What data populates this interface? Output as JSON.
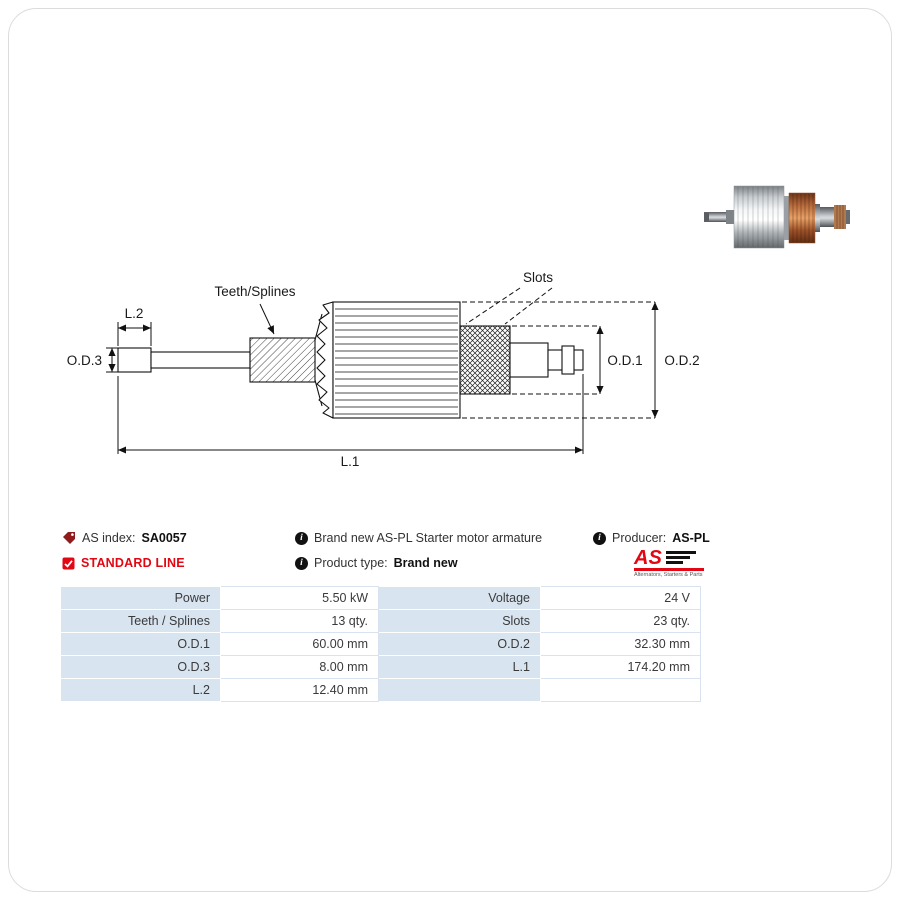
{
  "info": {
    "as_index": {
      "label": "AS index:",
      "value": "SA0057"
    },
    "standard_line": "STANDARD LINE",
    "description": "Brand new AS-PL Starter motor armature",
    "product_type": {
      "label": "Product type:",
      "value": "Brand new"
    },
    "producer": {
      "label": "Producer:",
      "value": "AS-PL"
    }
  },
  "logo": {
    "text": "AS",
    "tagline": "Alternators, Starters & Parts"
  },
  "icons": {
    "info_glyph": "i"
  },
  "diagram": {
    "labels": {
      "slots": "Slots",
      "teeth_splines": "Teeth/Splines",
      "l2": "L.2",
      "od3": "O.D.3",
      "od1": "O.D.1",
      "od2": "O.D.2",
      "l1": "L.1"
    }
  },
  "spec_table": {
    "rows": [
      {
        "label1": "Power",
        "value1": "5.50 kW",
        "label2": "Voltage",
        "value2": "24 V"
      },
      {
        "label1": "Teeth / Splines",
        "value1": "13 qty.",
        "label2": "Slots",
        "value2": "23 qty."
      },
      {
        "label1": "O.D.1",
        "value1": "60.00 mm",
        "label2": "O.D.2",
        "value2": "32.30 mm"
      },
      {
        "label1": "O.D.3",
        "value1": "8.00 mm",
        "label2": "L.1",
        "value2": "174.20 mm"
      },
      {
        "label1": "L.2",
        "value1": "12.40 mm",
        "label2": "",
        "value2": ""
      }
    ]
  },
  "colors": {
    "accent_red": "#e30613",
    "tag_maroon": "#8e1c1c",
    "table_label_bg": "#d9e4f1"
  }
}
